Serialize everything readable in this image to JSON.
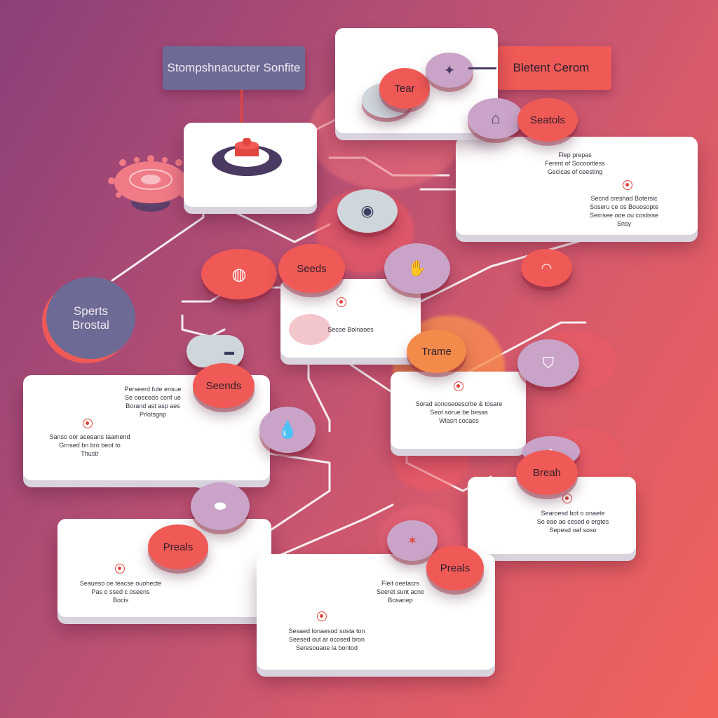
{
  "labels": {
    "top_left": "Stompshnacucter Sonfite",
    "top_right": "Bletent Cerom",
    "side_circle_line1": "Sperts",
    "side_circle_line2": "Brostal"
  },
  "pills": {
    "tear": "Tear",
    "seatols": "Seatols",
    "seeds": "Seeds",
    "trame": "Trame",
    "seends": "Seends",
    "breah": "Breah",
    "preals_left": "Preals",
    "preals_right": "Preals"
  },
  "cards": {
    "top_right": {
      "lines_top": [
        "Flep prepas",
        "Ferent of Socoortless",
        "Gecicas of ceesting"
      ],
      "lines_bottom": [
        "Secnd creshad Botersic",
        "Soseru ce os Bouosopte",
        "Semsee ooe ou costisse",
        "Snsy"
      ]
    },
    "center": {
      "line": "Secoe Bolnaoes"
    },
    "middle_right": {
      "lines": [
        "Sorad sonoseoescrbe & tosare",
        "Seot sorue be besas",
        "Wlasrt cocaes"
      ]
    },
    "left": {
      "lines_top": [
        "Perseerd fute ensue",
        "Se ooecedo conf ue",
        "Borand ast asp aes",
        "Prlotsgnp"
      ],
      "lines_bottom": [
        "Sanso oor aceeans taamend",
        "Grnsed bn bro beot to",
        "Thustr"
      ]
    },
    "right": {
      "lines": [
        "Searoesd bot o onaete",
        "So eae ao cesed o ergtes",
        "Sepesd oaf soso"
      ]
    },
    "bottom_left": {
      "lines": [
        "Seaueso oe teacse ouohecte",
        "Pas o ssed c oseens",
        "Bocis"
      ]
    },
    "bottom_right": {
      "lines_top": [
        "Fleit oeetacrs",
        "Seeret sunt acno",
        "Bosanep"
      ],
      "lines_bottom": [
        "Sesaed Ionaesod sosta ton",
        "Seesed out ar ocosed bron",
        "Seresouaoe ia bontod"
      ]
    }
  },
  "colors": {
    "accent_red": "#f05a56",
    "accent_purple": "#c9a4c8",
    "accent_orange": "#f48a4a",
    "label_blue": "#6d6a95",
    "card_white": "#ffffff"
  }
}
